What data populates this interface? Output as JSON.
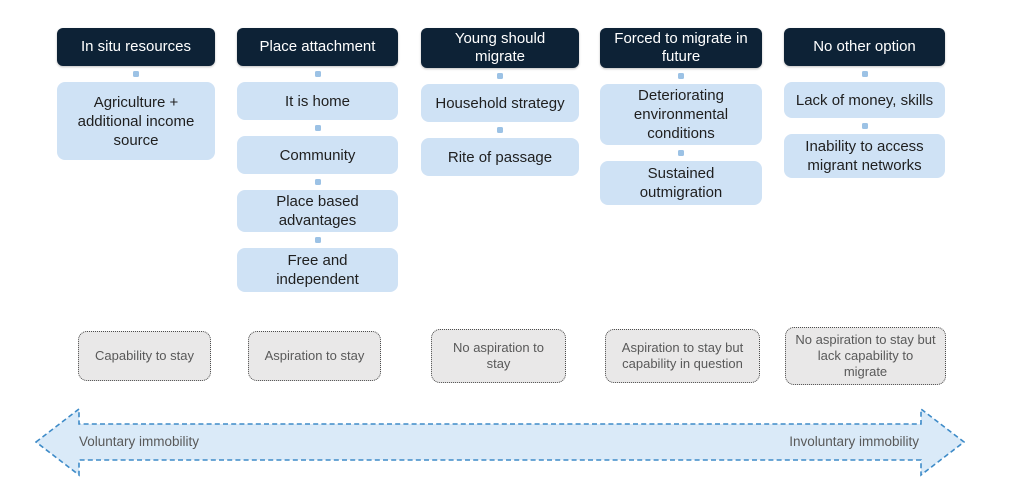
{
  "diagram": {
    "columns": [
      {
        "header": "In situ resources",
        "items": [
          "Agriculture + additional income source"
        ]
      },
      {
        "header": "Place attachment",
        "items": [
          "It is home",
          "Community",
          "Place based advantages",
          "Free and independent"
        ]
      },
      {
        "header": "Young should migrate",
        "items": [
          "Household strategy",
          "Rite of passage"
        ]
      },
      {
        "header": "Forced to migrate in future",
        "items": [
          "Deteriorating environmental conditions",
          "Sustained outmigration"
        ]
      },
      {
        "header": "No other option",
        "items": [
          "Lack of money, skills",
          "Inability to access migrant networks"
        ]
      }
    ],
    "outcomes": [
      "Capability to stay",
      "Aspiration to stay",
      "No aspiration to stay",
      "Aspiration to stay but capability in question",
      "No aspiration to stay but lack capability to migrate"
    ],
    "axis": {
      "left_label": "Voluntary immobility",
      "right_label": "Involuntary immobility"
    },
    "colors": {
      "header_bg": "#0d2236",
      "node_bg": "#cfe2f5",
      "connector_dot": "#9cc2e5",
      "outcome_bg": "#e9e8e8",
      "outcome_text": "#595959",
      "arrow_fill": "#daeaf8",
      "arrow_stroke": "#3e8bc8"
    }
  }
}
